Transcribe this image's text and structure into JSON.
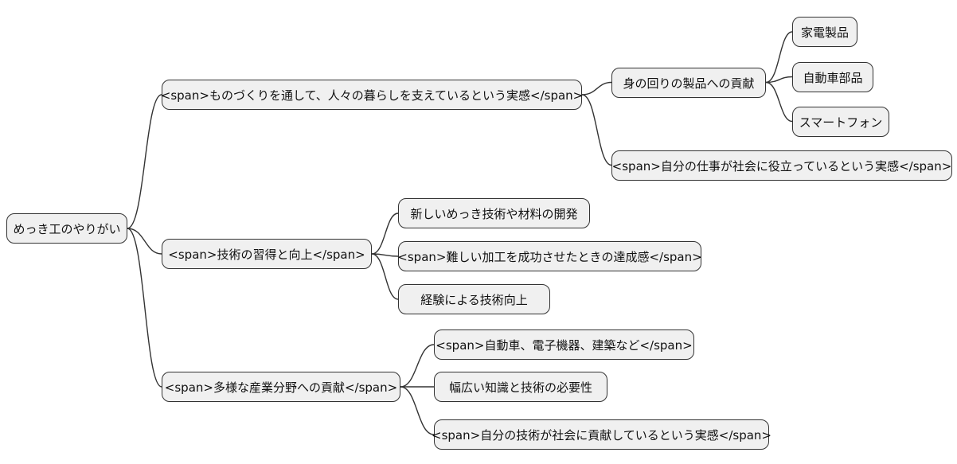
{
  "mindmap": {
    "root": {
      "label": "めっき工のやりがい"
    },
    "branches": [
      {
        "label": "<span>ものづくりを通して、人々の暮らしを支えているという実感</span>",
        "children": [
          {
            "label": "身の回りの製品への貢献",
            "children": [
              {
                "label": "家電製品"
              },
              {
                "label": "自動車部品"
              },
              {
                "label": "スマートフォン"
              }
            ]
          },
          {
            "label": "<span>自分の仕事が社会に役立っているという実感</span>",
            "children": []
          }
        ]
      },
      {
        "label": "<span>技術の習得と向上</span>",
        "children": [
          {
            "label": "新しいめっき技術や材料の開発"
          },
          {
            "label": "<span>難しい加工を成功させたときの達成感</span>"
          },
          {
            "label": "経験による技術向上"
          }
        ]
      },
      {
        "label": "<span>多様な産業分野への貢献</span>",
        "children": [
          {
            "label": "<span>自動車、電子機器、建築など</span>"
          },
          {
            "label": "幅広い知識と技術の必要性"
          },
          {
            "label": "<span>自分の技術が社会に貢献しているという実感</span>"
          }
        ]
      }
    ],
    "colors": {
      "node_fill": "#f0f0f0",
      "node_border": "#333333",
      "connector": "#333333",
      "background": "#ffffff"
    }
  }
}
